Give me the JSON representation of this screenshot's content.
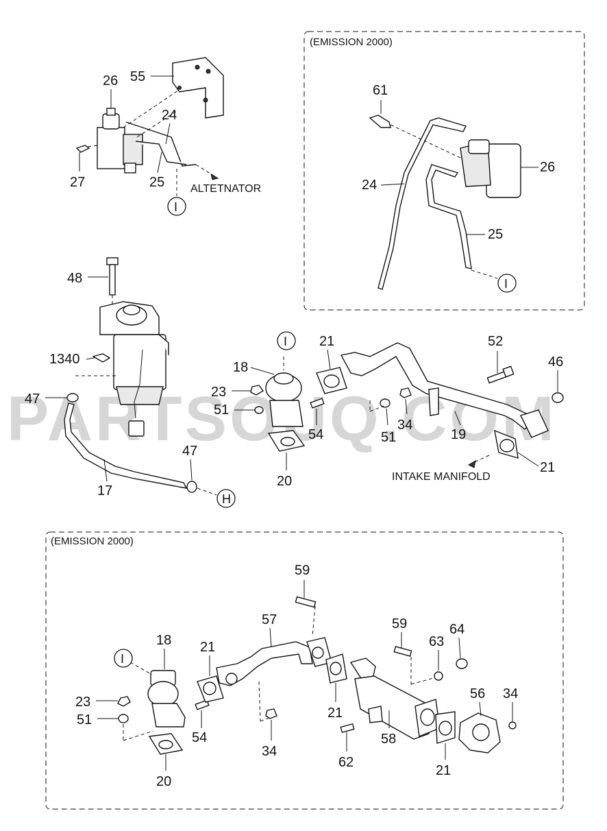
{
  "watermark": "PARTSOUQ.COM",
  "top_right_box": {
    "title": "(EMISSION 2000)"
  },
  "bottom_box": {
    "title": "(EMISSION 2000)"
  },
  "notes": {
    "altetnator": "ALTETNATOR",
    "intake_manifold": "INTAKE MANIFOLD"
  },
  "connectors": {
    "i": "I",
    "h": "H"
  },
  "labels": {
    "p55": "55",
    "p26a": "26",
    "p24a": "24",
    "p25a": "25",
    "p27": "27",
    "p61": "61",
    "p24b": "24",
    "p26b": "26",
    "p25b": "25",
    "p48": "48",
    "p1340": "1340",
    "p47a": "47",
    "p17": "17",
    "p47b": "47",
    "p18a": "18",
    "p23a": "23",
    "p51a": "51",
    "p54a": "54",
    "p20a": "20",
    "p21a": "21",
    "p51b": "51",
    "p34a": "34",
    "p52": "52",
    "p46": "46",
    "p19": "19",
    "p21b": "21",
    "p59a": "59",
    "p57": "57",
    "p59b": "59",
    "p63": "63",
    "p64": "64",
    "p18b": "18",
    "p21c": "21",
    "p23b": "23",
    "p51c": "51",
    "p54b": "54",
    "p34b": "34",
    "p21d": "21",
    "p62": "62",
    "p58": "58",
    "p56": "56",
    "p34c": "34",
    "p21e": "21",
    "p20b": "20"
  }
}
